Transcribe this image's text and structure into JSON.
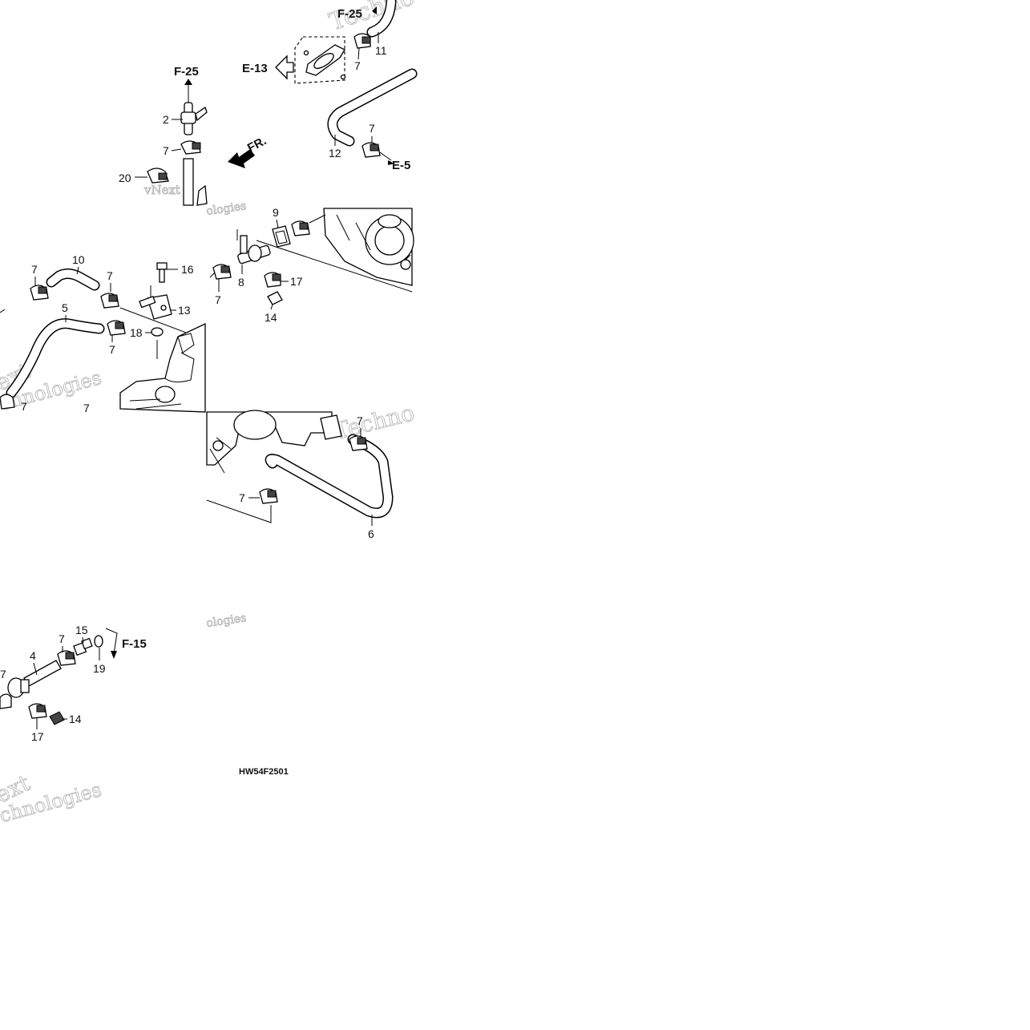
{
  "callouts": {
    "n2": "2",
    "n4": "4",
    "n5": "5",
    "n6": "6",
    "n7": "7",
    "n8": "8",
    "n9": "9",
    "n10": "10",
    "n11": "11",
    "n12": "12",
    "n13": "13",
    "n14": "14",
    "n15": "15",
    "n16": "16",
    "n17": "17",
    "n18": "18",
    "n19": "19",
    "n20": "20"
  },
  "references": {
    "f25": "F-25",
    "e13": "E-13",
    "e5": "E-5",
    "f15": "F-15",
    "front": "FR."
  },
  "diagram_code": "HW54F2501",
  "watermark": {
    "brand_a": "vNext",
    "brand_b": "Technologies",
    "partial_a": "Techno",
    "partial_b": "ologies",
    "partial_c": "ext",
    "partial_d": "chnologies",
    "partial_e": "vNext T"
  }
}
